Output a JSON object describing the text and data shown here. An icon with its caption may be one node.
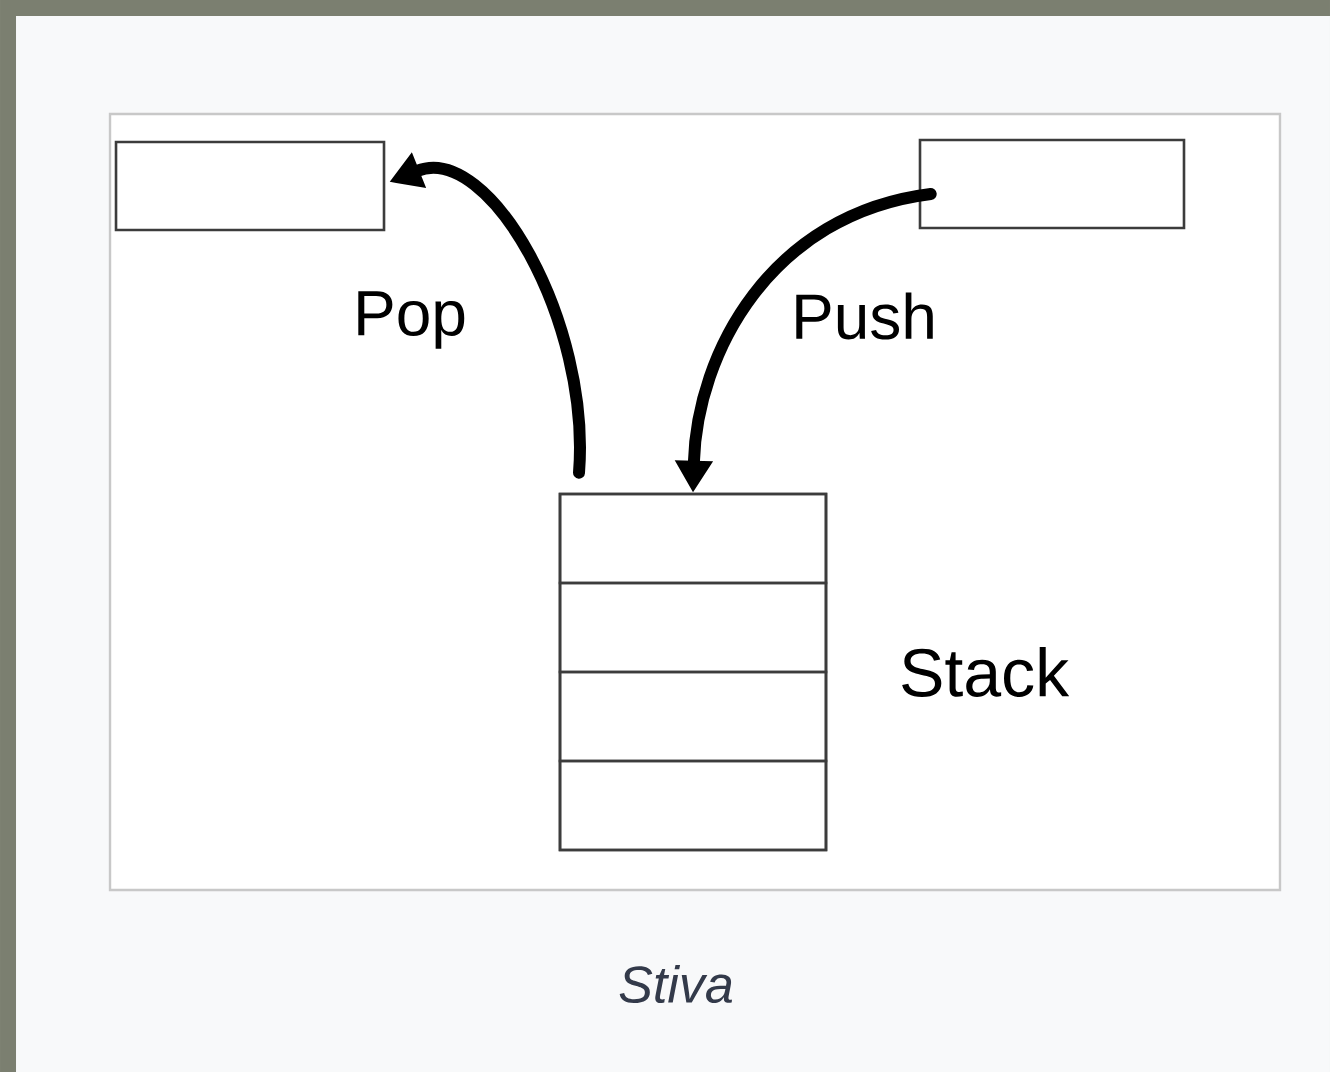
{
  "diagram": {
    "caption": "Stiva",
    "nodes": [
      {
        "text": [],
        "shape": "box"
      },
      {
        "text": [],
        "shape": "box"
      },
      {
        "text": [],
        "shape": "box",
        "beside": [
          "Stack"
        ]
      },
      {
        "text": [],
        "shape": "box",
        "in": 2
      },
      {
        "text": [],
        "shape": "box",
        "in": 2
      },
      {
        "text": [],
        "shape": "box",
        "in": 2
      },
      {
        "text": [],
        "shape": "box",
        "in": 2
      }
    ],
    "edges": [
      {
        "from": 2,
        "to": 0,
        "arrow": "to",
        "label": "Pop"
      },
      {
        "from": 1,
        "to": 2,
        "arrow": "to",
        "label": "Push"
      }
    ]
  }
}
